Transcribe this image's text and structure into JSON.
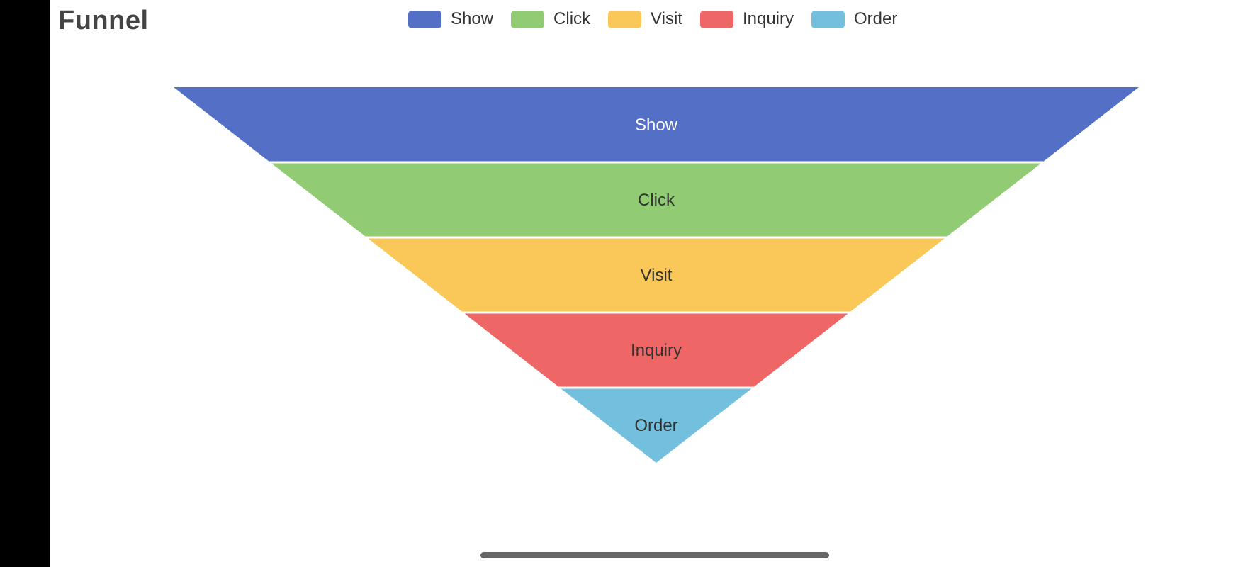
{
  "chart_data": {
    "type": "funnel",
    "title": "Funnel",
    "legend_position": "top",
    "categories": [
      "Show",
      "Click",
      "Visit",
      "Inquiry",
      "Order"
    ],
    "values": [
      100,
      80,
      60,
      40,
      20
    ],
    "colors": [
      "#5470c6",
      "#91cc75",
      "#fac858",
      "#ee6666",
      "#73c0de"
    ],
    "label_colors": [
      "#ffffff",
      "#333333",
      "#333333",
      "#333333",
      "#333333"
    ],
    "sort": "descending"
  },
  "legend": {
    "items": [
      {
        "label": "Show",
        "color": "#5470c6"
      },
      {
        "label": "Click",
        "color": "#91cc75"
      },
      {
        "label": "Visit",
        "color": "#fac858"
      },
      {
        "label": "Inquiry",
        "color": "#ee6666"
      },
      {
        "label": "Order",
        "color": "#73c0de"
      }
    ]
  }
}
